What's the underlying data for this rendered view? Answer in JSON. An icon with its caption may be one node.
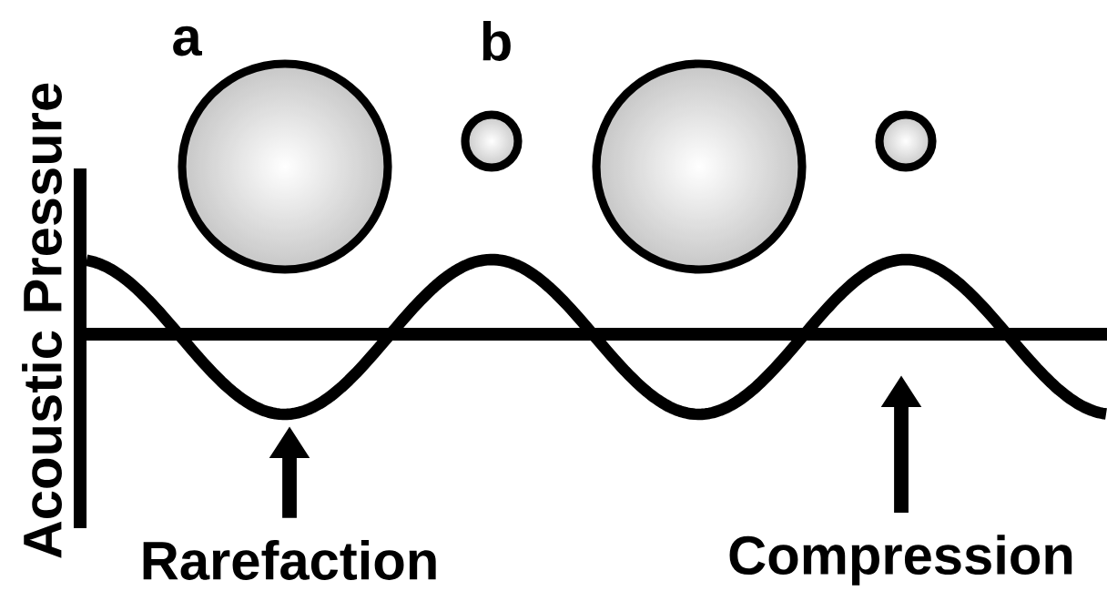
{
  "diagram": {
    "nodes": [
      {
        "text": [],
        "shape": "circle"
      },
      {
        "text": [],
        "shape": "circle"
      },
      {
        "text": [],
        "shape": "circle"
      },
      {
        "text": [],
        "shape": "circle"
      },
      {
        "text": [
          "Rarefaction"
        ]
      },
      {
        "text": [
          "Compression"
        ]
      }
    ],
    "edges": [
      {
        "from": 4,
        "to": null,
        "arrow": "to"
      },
      {
        "from": 5,
        "to": null,
        "arrow": "to"
      }
    ],
    "labels": [
      "a",
      "b",
      "Acoustic Pressure"
    ]
  }
}
